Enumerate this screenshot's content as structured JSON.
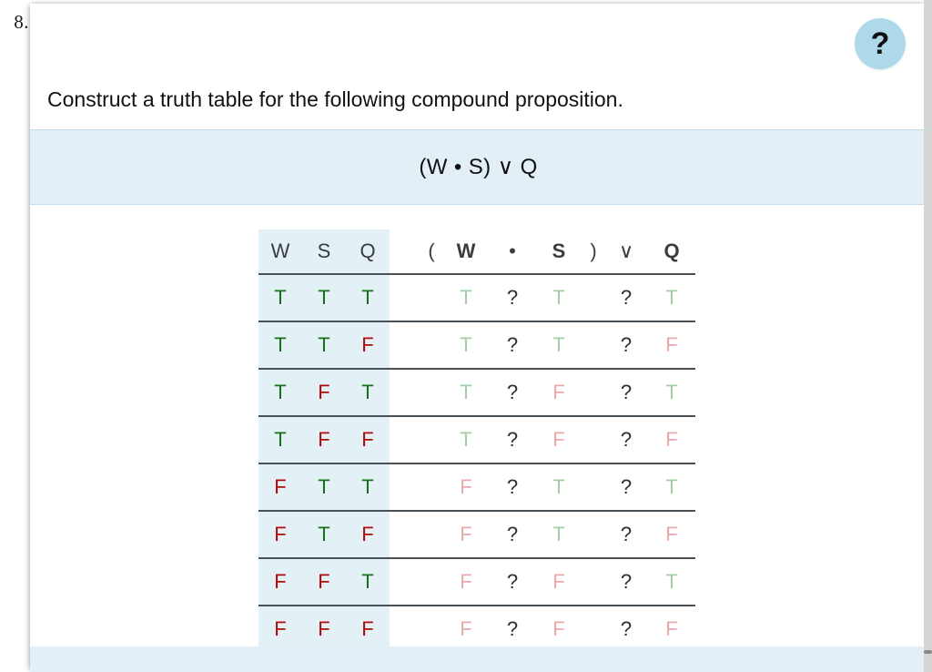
{
  "question_number": "8.",
  "help_button": {
    "label": "?",
    "icon": "question-mark-icon",
    "color": "#aed9ea"
  },
  "prompt": "Construct a truth table for the following compound proposition.",
  "banner": {
    "proposition": "(W • S) ∨ Q",
    "background": "#e3eff7"
  },
  "colors": {
    "true_strong": "#167217",
    "false_strong": "#b00b0b",
    "true_faded": "#a5cda5",
    "false_faded": "#e9a9a9",
    "unknown": "#2f2f2f",
    "given_cell_bg": "#e3f1f7",
    "separator": "#4a5156"
  },
  "truth_table": {
    "given_headers": [
      "W",
      "S",
      "Q"
    ],
    "expression_headers": [
      "(",
      "W",
      "•",
      "S",
      ")",
      "∨",
      "Q"
    ],
    "unknown_marker": "?",
    "rows": [
      {
        "given": [
          "T",
          "T",
          "T"
        ],
        "expression": [
          "",
          "T",
          "?",
          "T",
          "",
          "?",
          "T"
        ]
      },
      {
        "given": [
          "T",
          "T",
          "F"
        ],
        "expression": [
          "",
          "T",
          "?",
          "T",
          "",
          "?",
          "F"
        ]
      },
      {
        "given": [
          "T",
          "F",
          "T"
        ],
        "expression": [
          "",
          "T",
          "?",
          "F",
          "",
          "?",
          "T"
        ]
      },
      {
        "given": [
          "T",
          "F",
          "F"
        ],
        "expression": [
          "",
          "T",
          "?",
          "F",
          "",
          "?",
          "F"
        ]
      },
      {
        "given": [
          "F",
          "T",
          "T"
        ],
        "expression": [
          "",
          "F",
          "?",
          "T",
          "",
          "?",
          "T"
        ]
      },
      {
        "given": [
          "F",
          "T",
          "F"
        ],
        "expression": [
          "",
          "F",
          "?",
          "T",
          "",
          "?",
          "F"
        ]
      },
      {
        "given": [
          "F",
          "F",
          "T"
        ],
        "expression": [
          "",
          "F",
          "?",
          "F",
          "",
          "?",
          "T"
        ]
      },
      {
        "given": [
          "F",
          "F",
          "F"
        ],
        "expression": [
          "",
          "F",
          "?",
          "F",
          "",
          "?",
          "F"
        ]
      }
    ]
  }
}
